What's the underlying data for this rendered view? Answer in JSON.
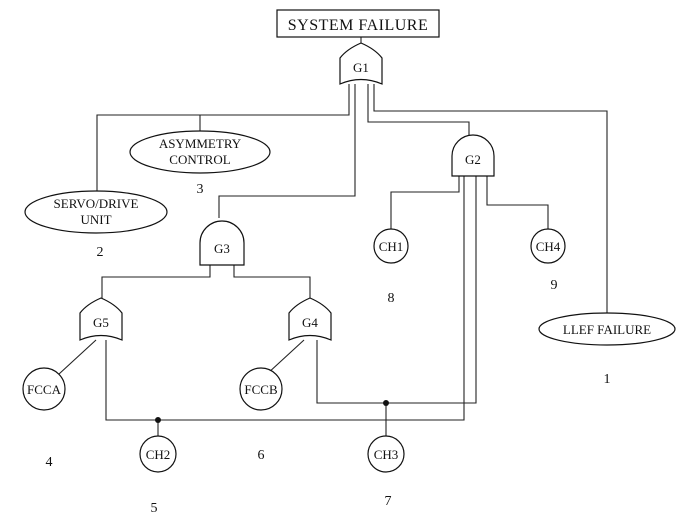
{
  "top_event": {
    "label": "SYSTEM FAILURE"
  },
  "gates": {
    "g1": "G1",
    "g2": "G2",
    "g3": "G3",
    "g4": "G4",
    "g5": "G5"
  },
  "events": {
    "asymmetry_control": {
      "line1": "ASYMMETRY",
      "line2": "CONTROL",
      "number": "3"
    },
    "servo_drive_unit": {
      "line1": "SERVO/DRIVE",
      "line2": "UNIT",
      "number": "2"
    },
    "lleff_failure": {
      "label": "LLEF FAILURE",
      "number": "1"
    },
    "ch1": {
      "label": "CH1",
      "number": "8"
    },
    "ch4": {
      "label": "CH4",
      "number": "9"
    },
    "fcca": {
      "label": "FCCA",
      "number": "4"
    },
    "fccb": {
      "label": "FCCB",
      "number": "6"
    },
    "ch2": {
      "label": "CH2",
      "number": "5"
    },
    "ch3": {
      "label": "CH3",
      "number": "7"
    }
  }
}
